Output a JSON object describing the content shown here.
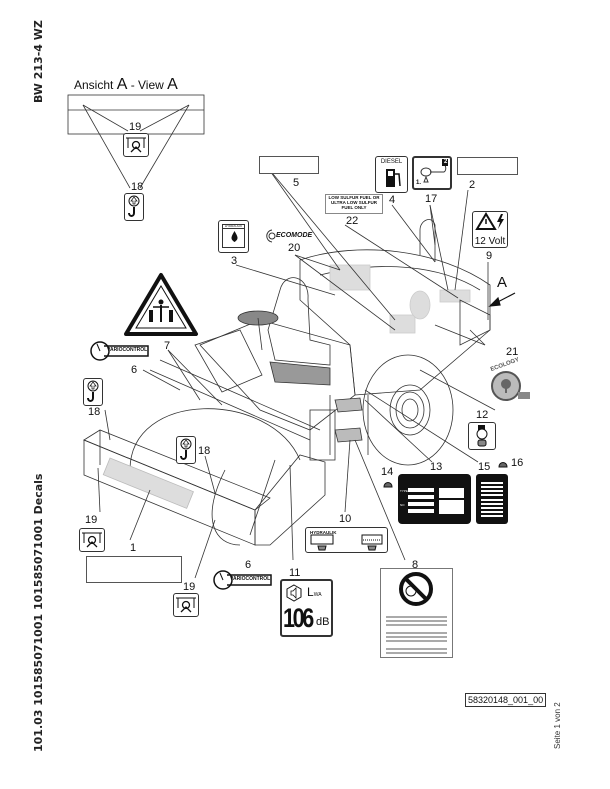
{
  "header": {
    "model": "BW 213-4 WZ",
    "document_line": "101.03 101585071001 101585071001 Decals"
  },
  "view": {
    "title_prefix": "Ansicht ",
    "title_letter1": "A",
    "title_mid": " - View ",
    "title_letter2": "A",
    "arrow_label": "A"
  },
  "callouts": [
    "1",
    "2",
    "3",
    "4",
    "5",
    "6",
    "7",
    "8",
    "9",
    "10",
    "11",
    "12",
    "13",
    "14",
    "15",
    "16",
    "17",
    "18",
    "19",
    "20",
    "21",
    "22"
  ],
  "callout_labels": {
    "c1": "1",
    "c2": "2",
    "c3": "3",
    "c4": "4",
    "c5": "5",
    "c6a": "6",
    "c6b": "6",
    "c7": "7",
    "c8": "8",
    "c9": "9",
    "c10": "10",
    "c11": "11",
    "c12": "12",
    "c13": "13",
    "c14": "14",
    "c15": "15",
    "c16": "16",
    "c17": "17",
    "c18a": "18",
    "c18b": "18",
    "c18c": "18",
    "c19a": "19",
    "c19b": "19",
    "c19c": "19",
    "c20": "20",
    "c21": "21",
    "c22": "22"
  },
  "decals": {
    "diesel": {
      "label": "DIESEL",
      "icon": "fuel-pump-icon"
    },
    "fuel_warning": {
      "line1": "LOW SULFUR FUEL OR",
      "line2": "ULTRA LOW SULFUR",
      "line3": "FUEL ONLY"
    },
    "voltage": {
      "label": "12 Volt",
      "icon": "warning-triangle-lightning-icon"
    },
    "hydraulic_oil": {
      "label": "HYDRAULIK",
      "icon": "oil-drop-icon"
    },
    "ecomode": {
      "label": "ECOMODE"
    },
    "variocontrol": {
      "label": "VARIOCONTROL"
    },
    "hydraulik_level": {
      "label": "HYDRAULIK"
    },
    "noise": {
      "value": "106",
      "unit": "dB",
      "symbol": "L",
      "subscript": "WA"
    },
    "ecology": {
      "label": "ECOLOGY"
    },
    "sequence": {
      "step1": "1.",
      "step2": "2"
    },
    "type_plate": {
      "row1": "TYPE",
      "row2": "NO"
    }
  },
  "footer": {
    "drawing_number": "58320148_001_00",
    "page_indicator": "Seite 1 von 2"
  }
}
